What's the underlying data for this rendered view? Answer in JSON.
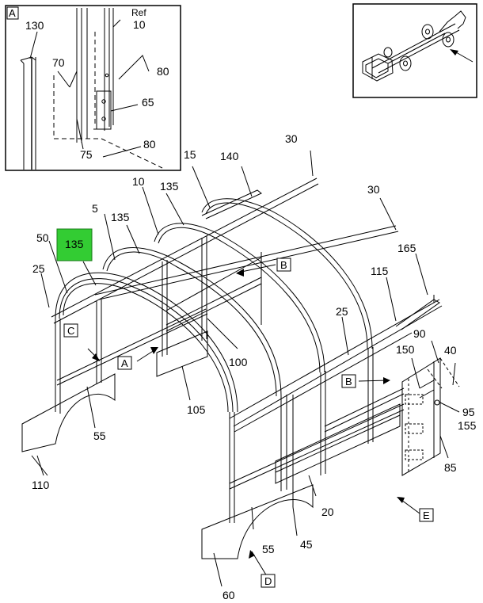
{
  "callouts": {
    "c130": "130",
    "cRef": "Ref",
    "c10a": "10",
    "c70": "70",
    "c80a": "80",
    "c65": "65",
    "c75": "75",
    "c80b": "80",
    "c30a": "30",
    "c15": "15",
    "c140": "140",
    "c10b": "10",
    "c135a": "135",
    "c30b": "30",
    "c5": "5",
    "c135b": "135",
    "c50": "50",
    "c135hl": "135",
    "c165": "165",
    "c25a": "25",
    "c115": "115",
    "c25b": "25",
    "c100": "100",
    "c90": "90",
    "c40": "40",
    "c150": "150",
    "c95": "95",
    "c155": "155",
    "c105": "105",
    "c55a": "55",
    "c110": "110",
    "c85": "85",
    "c20": "20",
    "c55b": "55",
    "c45": "45",
    "c60": "60"
  },
  "view_refs": {
    "inset_a": "A",
    "b1": "B",
    "b2": "B",
    "c": "C",
    "a": "A",
    "d": "D",
    "e": "E"
  },
  "colors": {
    "highlight": "#33cc33",
    "line": "#000000",
    "background": "#ffffff"
  }
}
